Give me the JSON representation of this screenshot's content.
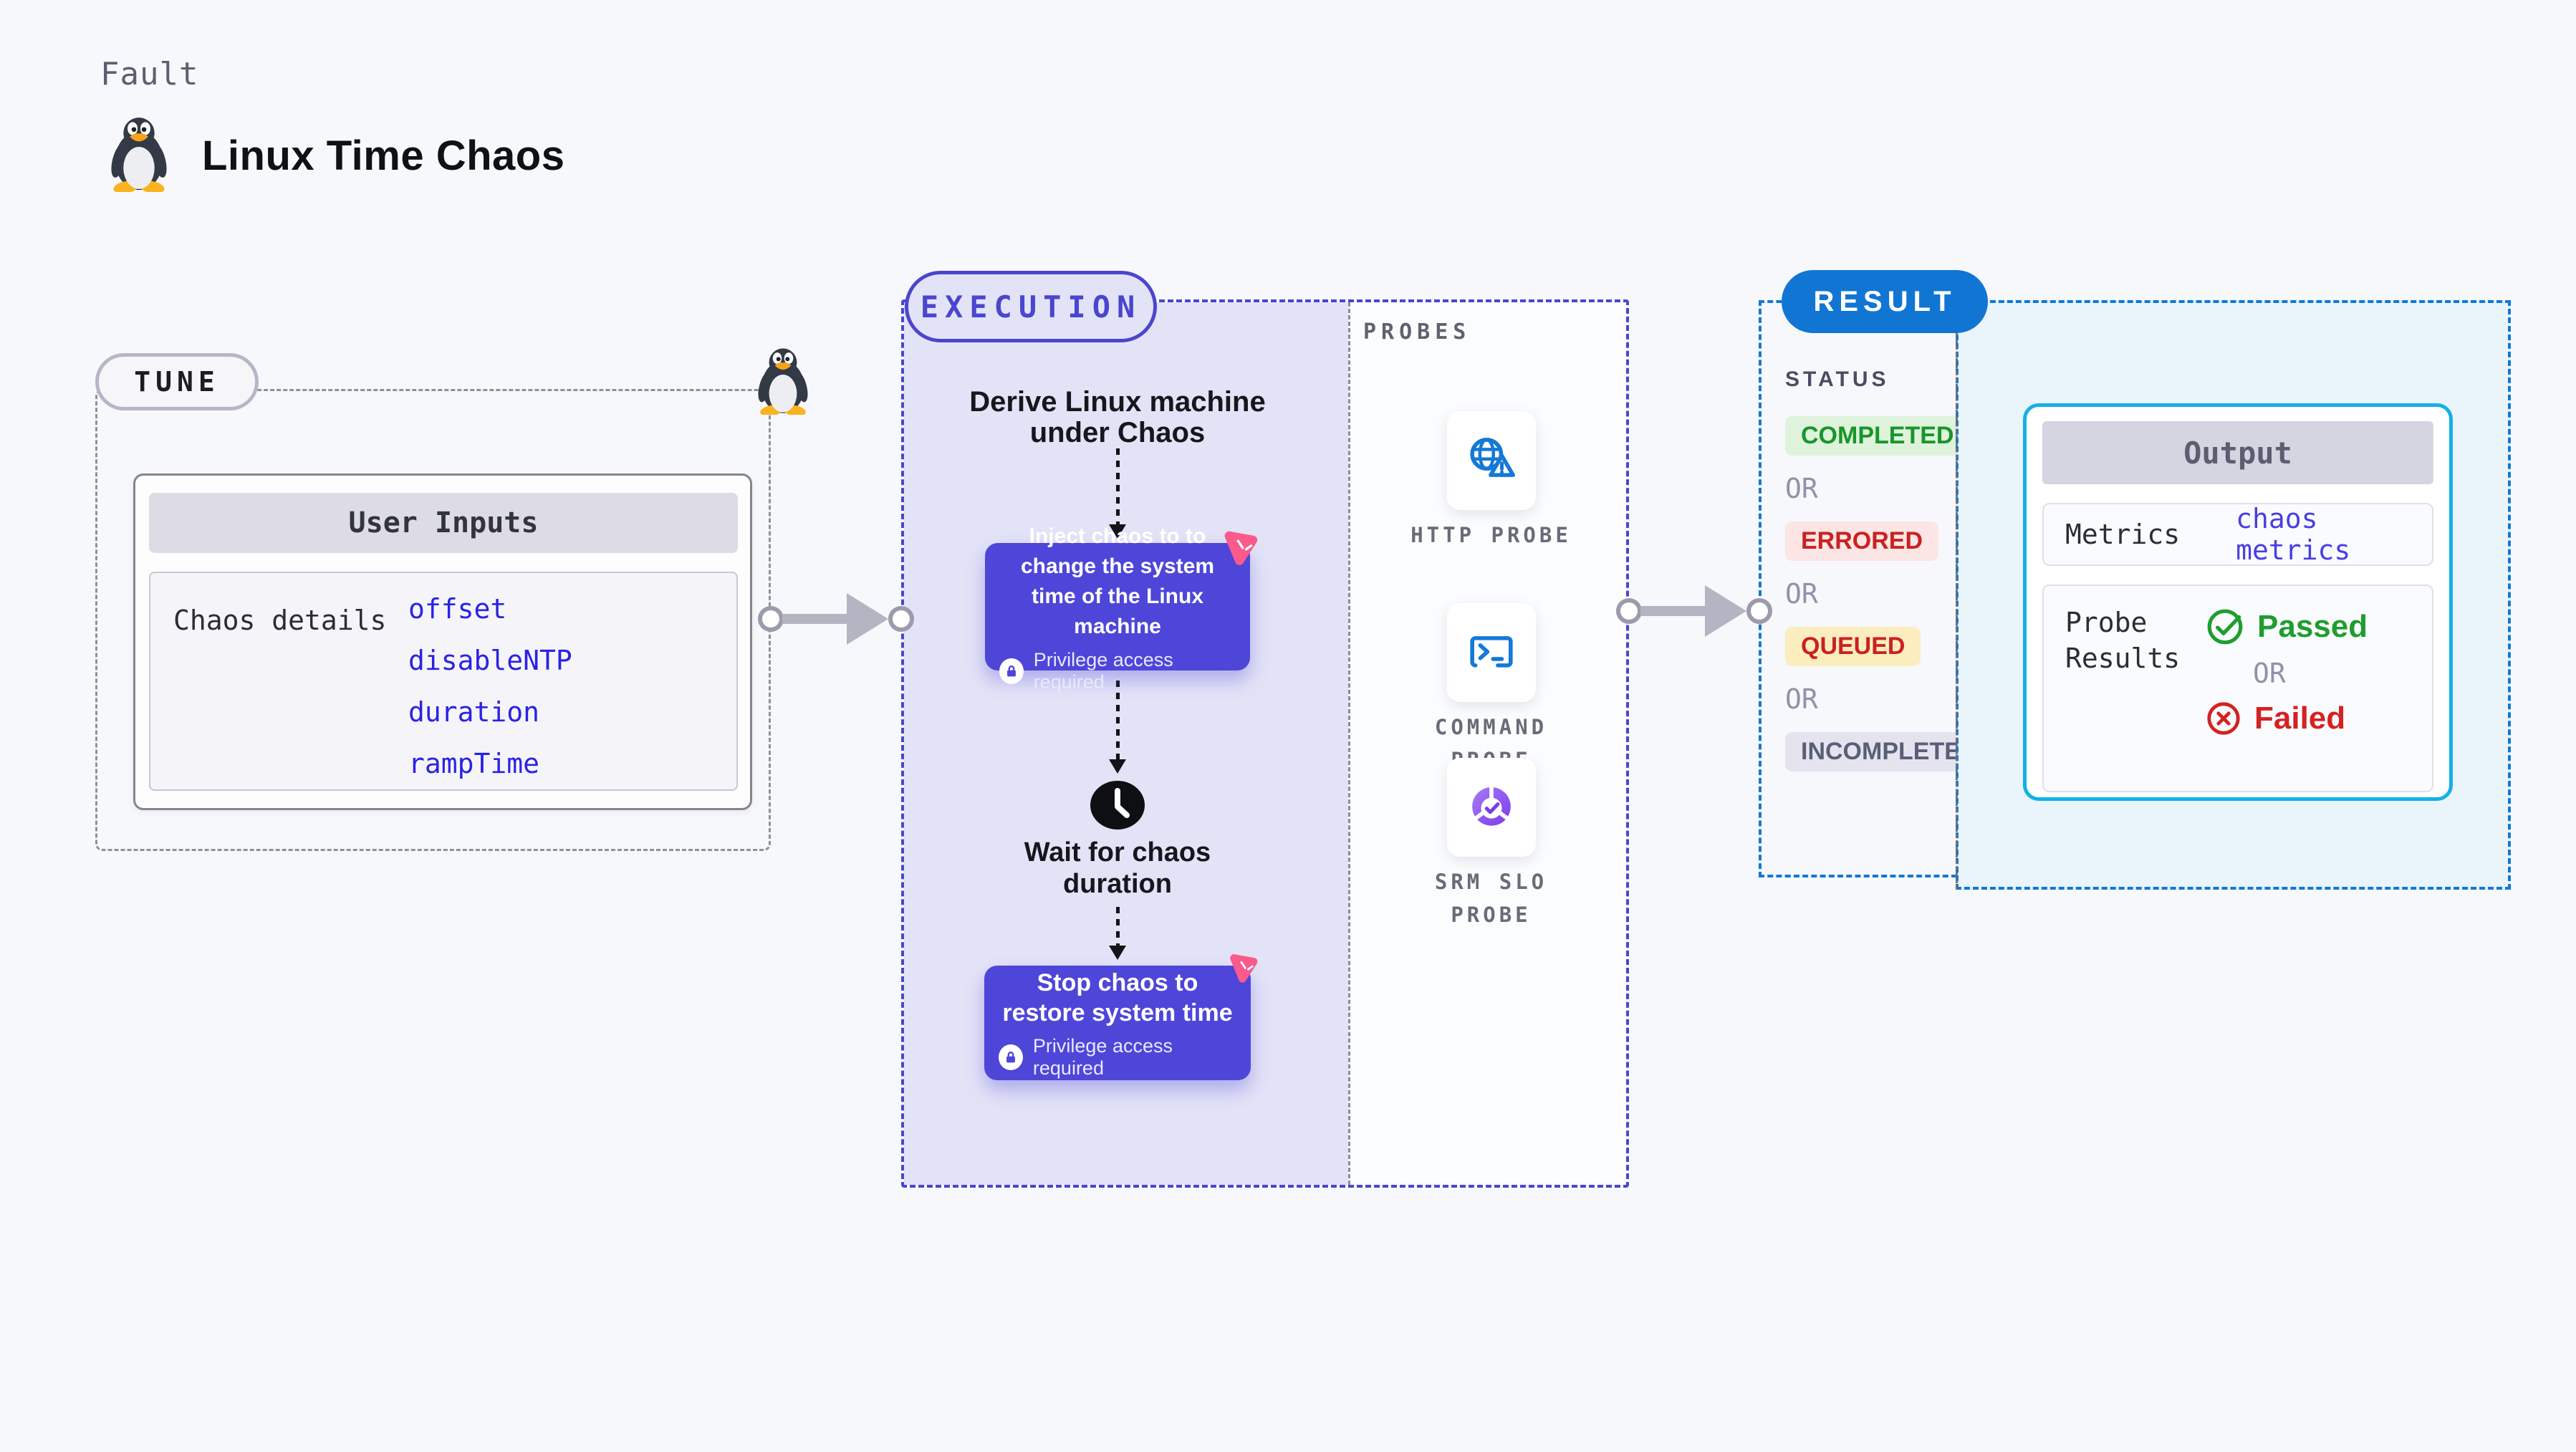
{
  "header": {
    "eyebrow": "Fault",
    "title": "Linux Time Chaos",
    "icon": "tux-penguin-icon"
  },
  "tune": {
    "label": "TUNE",
    "panel_title": "User Inputs",
    "field_label": "Chaos details",
    "params": [
      "offset",
      "disableNTP",
      "duration",
      "rampTime"
    ]
  },
  "execution": {
    "label": "EXECUTION",
    "derive_step": "Derive Linux machine under Chaos",
    "inject_step": {
      "title": "Inject chaos to to change the system time of the Linux machine",
      "badge": "Privilege access required",
      "badge_icon": "lock-icon",
      "corner_icon": "litmus-chaos-icon"
    },
    "wait_step": {
      "title": "Wait for chaos duration",
      "icon": "clock-icon"
    },
    "stop_step": {
      "title": "Stop chaos to restore system time",
      "badge": "Privilege access required",
      "badge_icon": "lock-icon",
      "corner_icon": "litmus-chaos-icon"
    }
  },
  "probes": {
    "label": "PROBES",
    "items": [
      {
        "name": "HTTP PROBE",
        "icon": "globe-warning-icon"
      },
      {
        "name": "COMMAND PROBE",
        "icon": "terminal-icon"
      },
      {
        "name": "SRM SLO PROBE",
        "icon": "slo-chart-icon"
      }
    ]
  },
  "result": {
    "label": "RESULT",
    "status_heading": "STATUS",
    "or_label": "OR",
    "statuses": [
      {
        "label": "COMPLETED",
        "bg": "#def2dc",
        "color": "#18962a"
      },
      {
        "label": "ERRORED",
        "bg": "#fbe5e5",
        "color": "#cb2121"
      },
      {
        "label": "QUEUED",
        "bg": "#fcedbf",
        "color": "#cb2121"
      },
      {
        "label": "INCOMPLETED",
        "bg": "#e5e4ee",
        "color": "#5a5e78"
      }
    ],
    "output": {
      "title": "Output",
      "metrics_label": "Metrics",
      "metrics_value": "chaos metrics",
      "probe_results_label": "Probe Results",
      "passed_label": "Passed",
      "failed_label": "Failed",
      "or_label": "OR"
    }
  },
  "colors": {
    "page_bg": "#f7f8fb",
    "execution_accent": "#4a46cf",
    "execution_fill": "#e3e3f7",
    "result_accent": "#1079d4",
    "result_fill": "#e9f4fb",
    "output_card_border": "#14b1e5",
    "chaos_node": "#4e46d8",
    "param_link": "#2a22e5",
    "probe_icon_blue": "#1479d7",
    "litmus_pink": "#fa5a8c",
    "passed_green": "#1f9d2f",
    "failed_red": "#d42222"
  }
}
